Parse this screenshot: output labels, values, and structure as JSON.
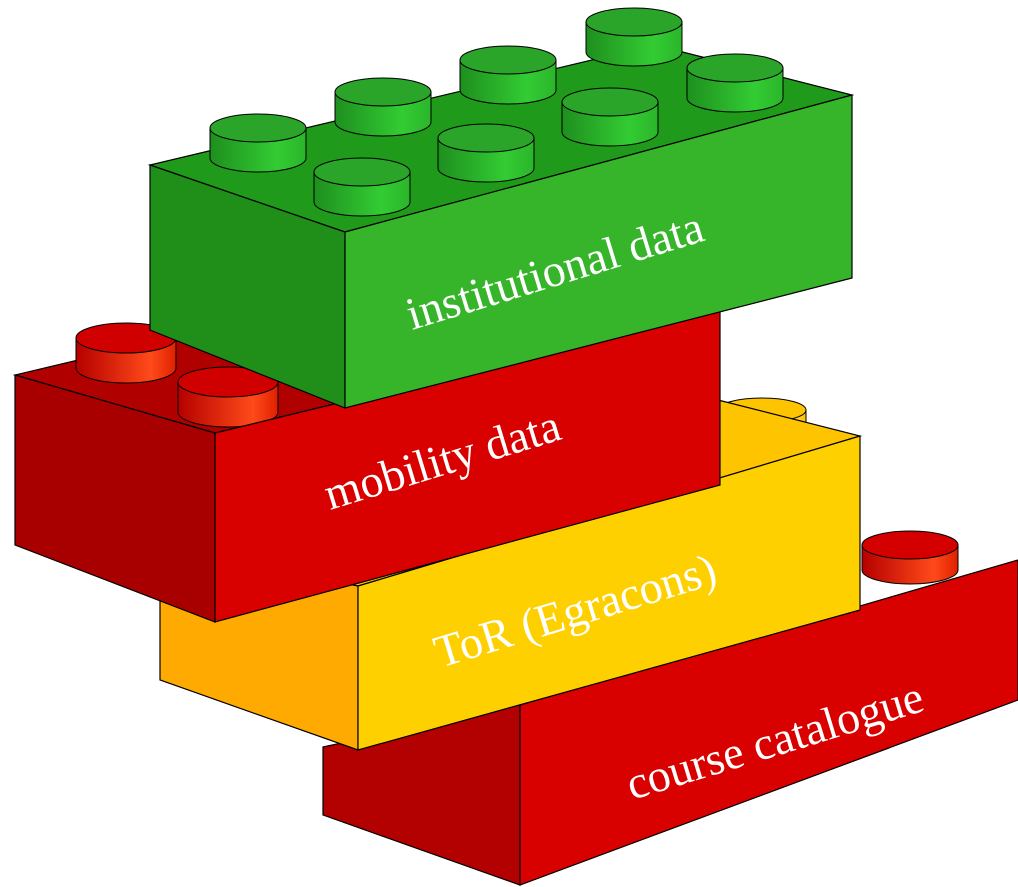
{
  "bricks": [
    {
      "id": "course-catalogue",
      "label": "course catalogue",
      "color": "#d90000"
    },
    {
      "id": "tor-egracons",
      "label": "ToR (Egracons)",
      "color": "#ffd000"
    },
    {
      "id": "mobility-data",
      "label": "mobility data",
      "color": "#d90000"
    },
    {
      "id": "institutional-data",
      "label": "institutional data",
      "color": "#33aa22"
    }
  ],
  "colors": {
    "red_front": "#d90000",
    "red_left": "#a80000",
    "red_top": "#b00000",
    "yellow_front": "#ffd000",
    "yellow_left": "#ffaa00",
    "green_front": "#36b42a",
    "green_left": "#1f8f1a",
    "green_top": "#1f9a1a",
    "outline": "#000000"
  }
}
